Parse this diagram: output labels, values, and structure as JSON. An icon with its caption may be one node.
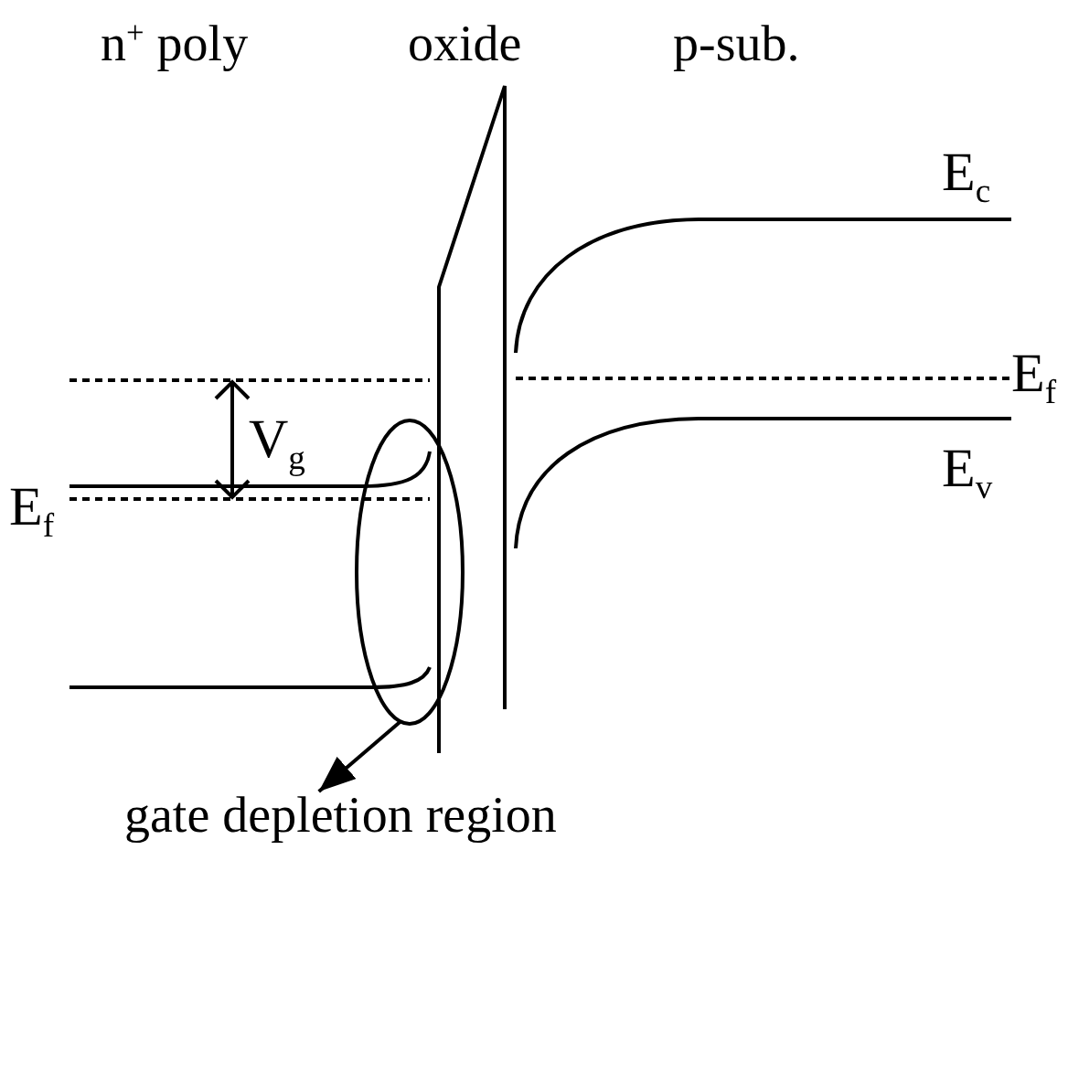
{
  "diagram": {
    "nodes": [
      {
        "text": [],
        "shape": "ellipse"
      },
      {
        "text": [
          "gate depletion region"
        ]
      }
    ],
    "edges": [
      {
        "from": 0,
        "to": 1,
        "arrow": "to"
      }
    ],
    "labels": [
      "n$^{+}$ poly",
      "oxide",
      "p-sub.",
      "E$_{c}$",
      "E$_{f}$",
      "V$_{g}$",
      "E$_{v}$",
      "E$_{f}$"
    ]
  }
}
